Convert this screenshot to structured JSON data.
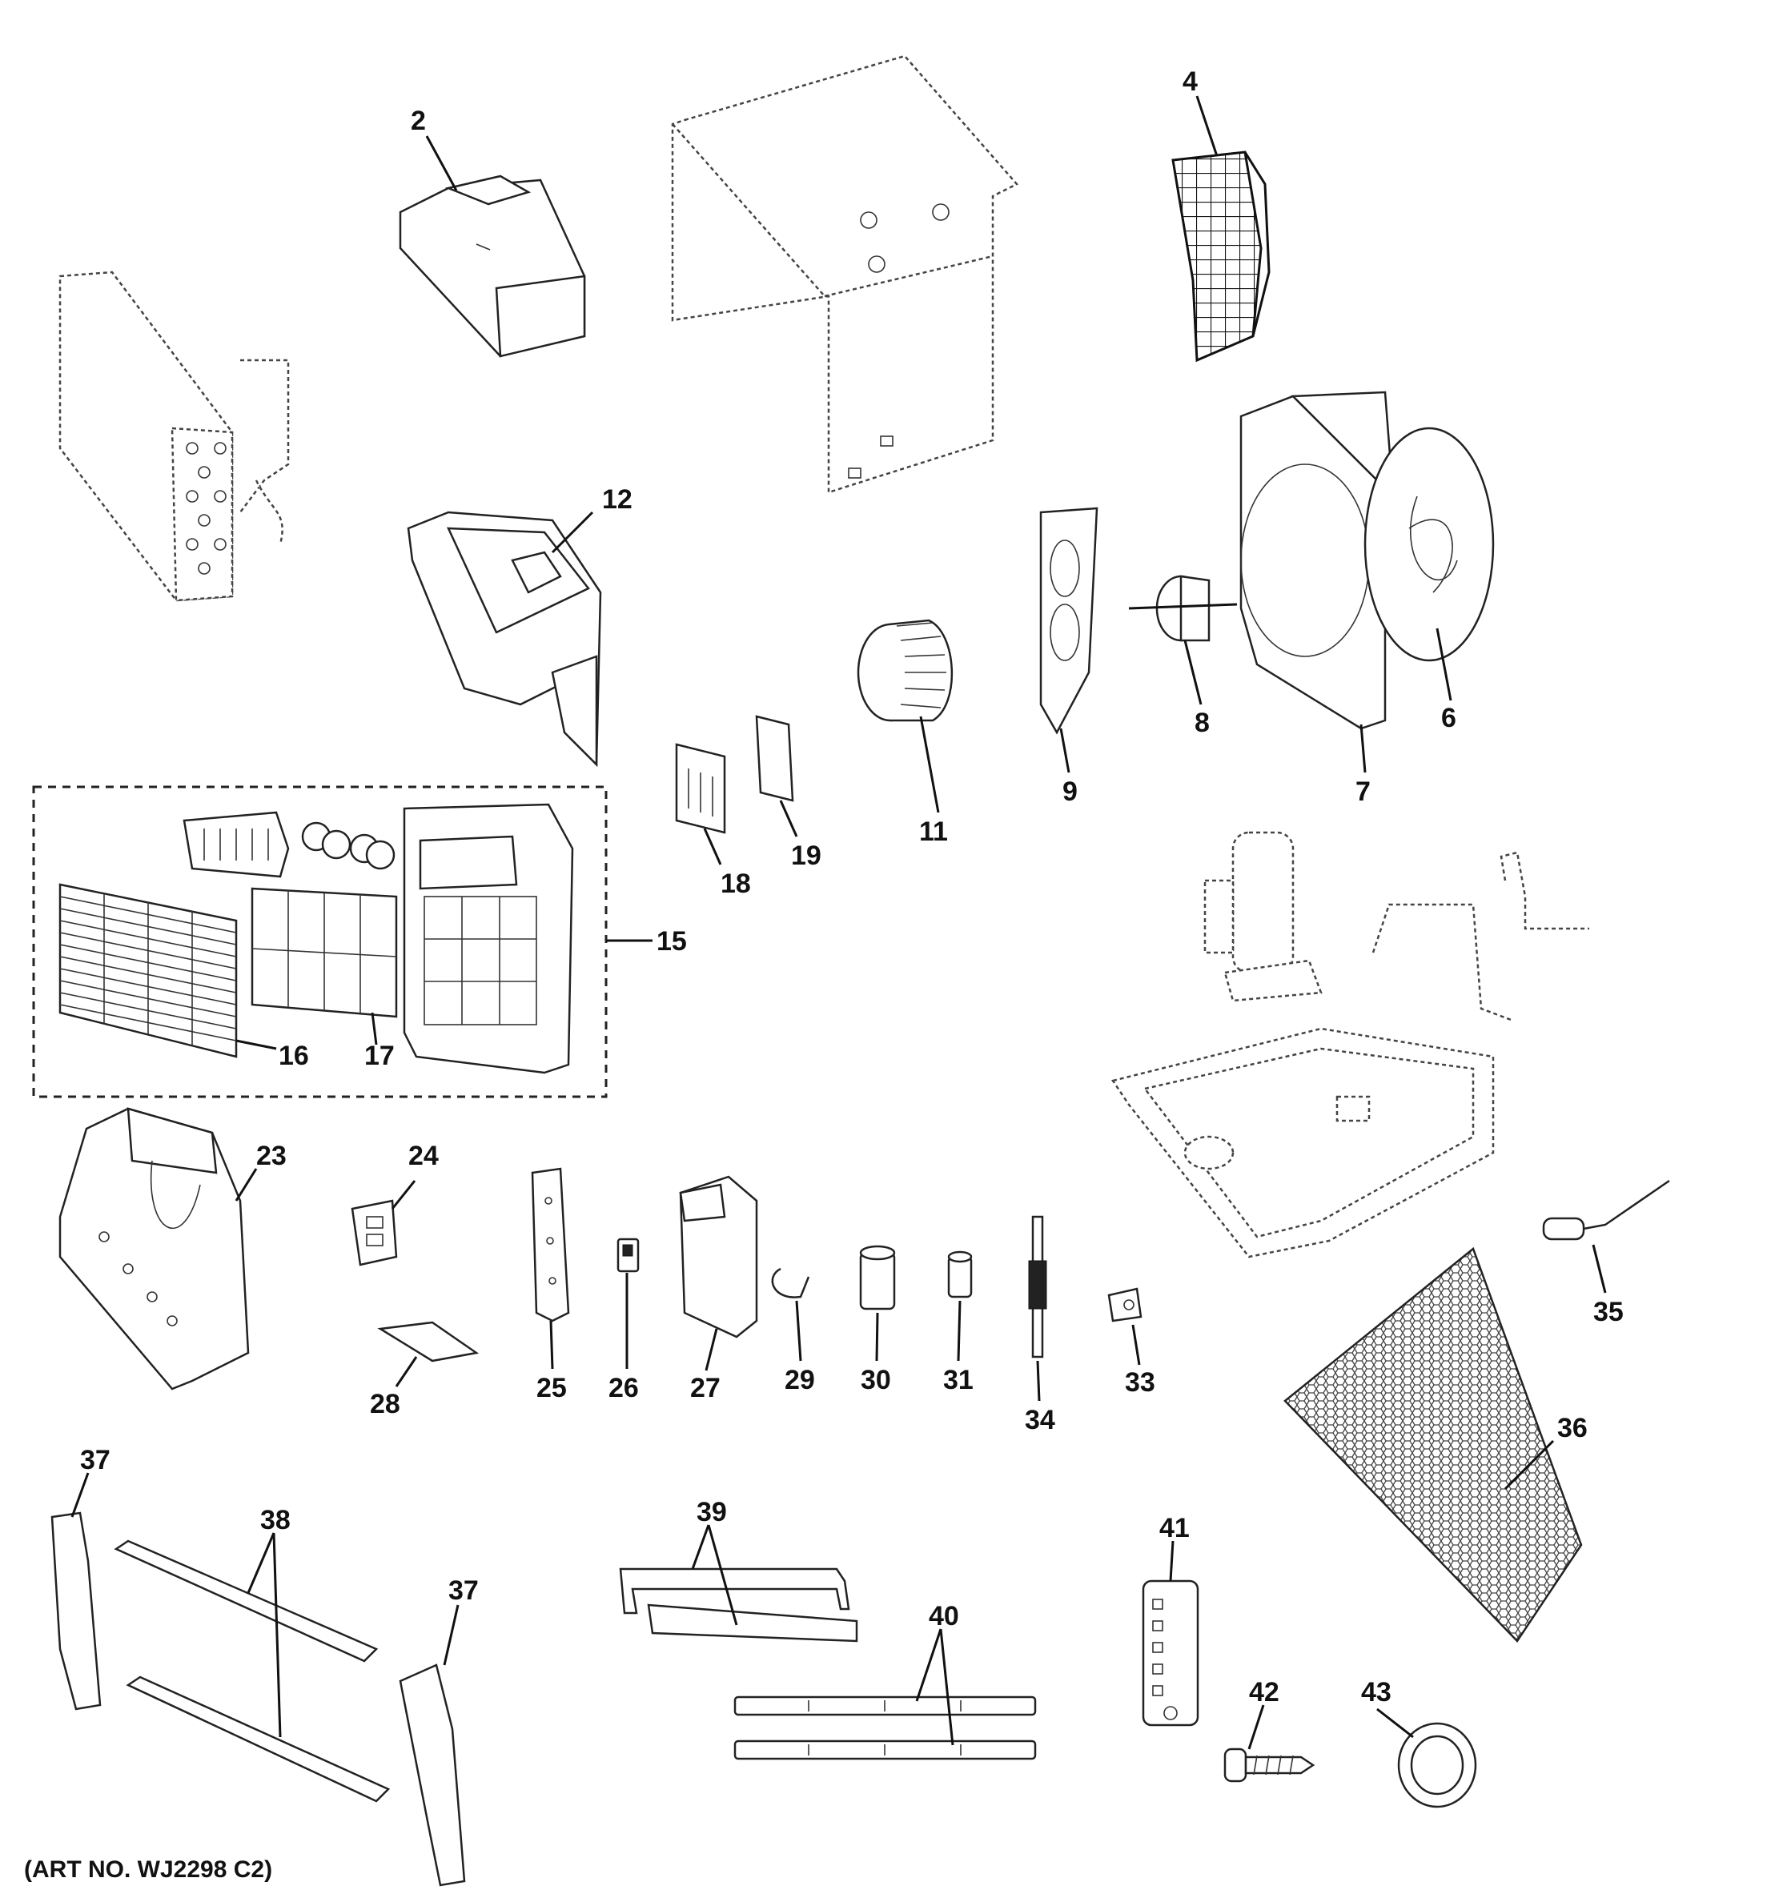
{
  "diagram": {
    "part_numbers": [
      "2",
      "4",
      "6",
      "7",
      "8",
      "9",
      "11",
      "12",
      "15",
      "16",
      "17",
      "18",
      "19",
      "23",
      "24",
      "25",
      "26",
      "27",
      "28",
      "29",
      "30",
      "31",
      "33",
      "34",
      "35",
      "36",
      "37",
      "37",
      "38",
      "39",
      "40",
      "41",
      "42",
      "43"
    ],
    "art_number": "(ART NO. WJ2298 C2)"
  }
}
